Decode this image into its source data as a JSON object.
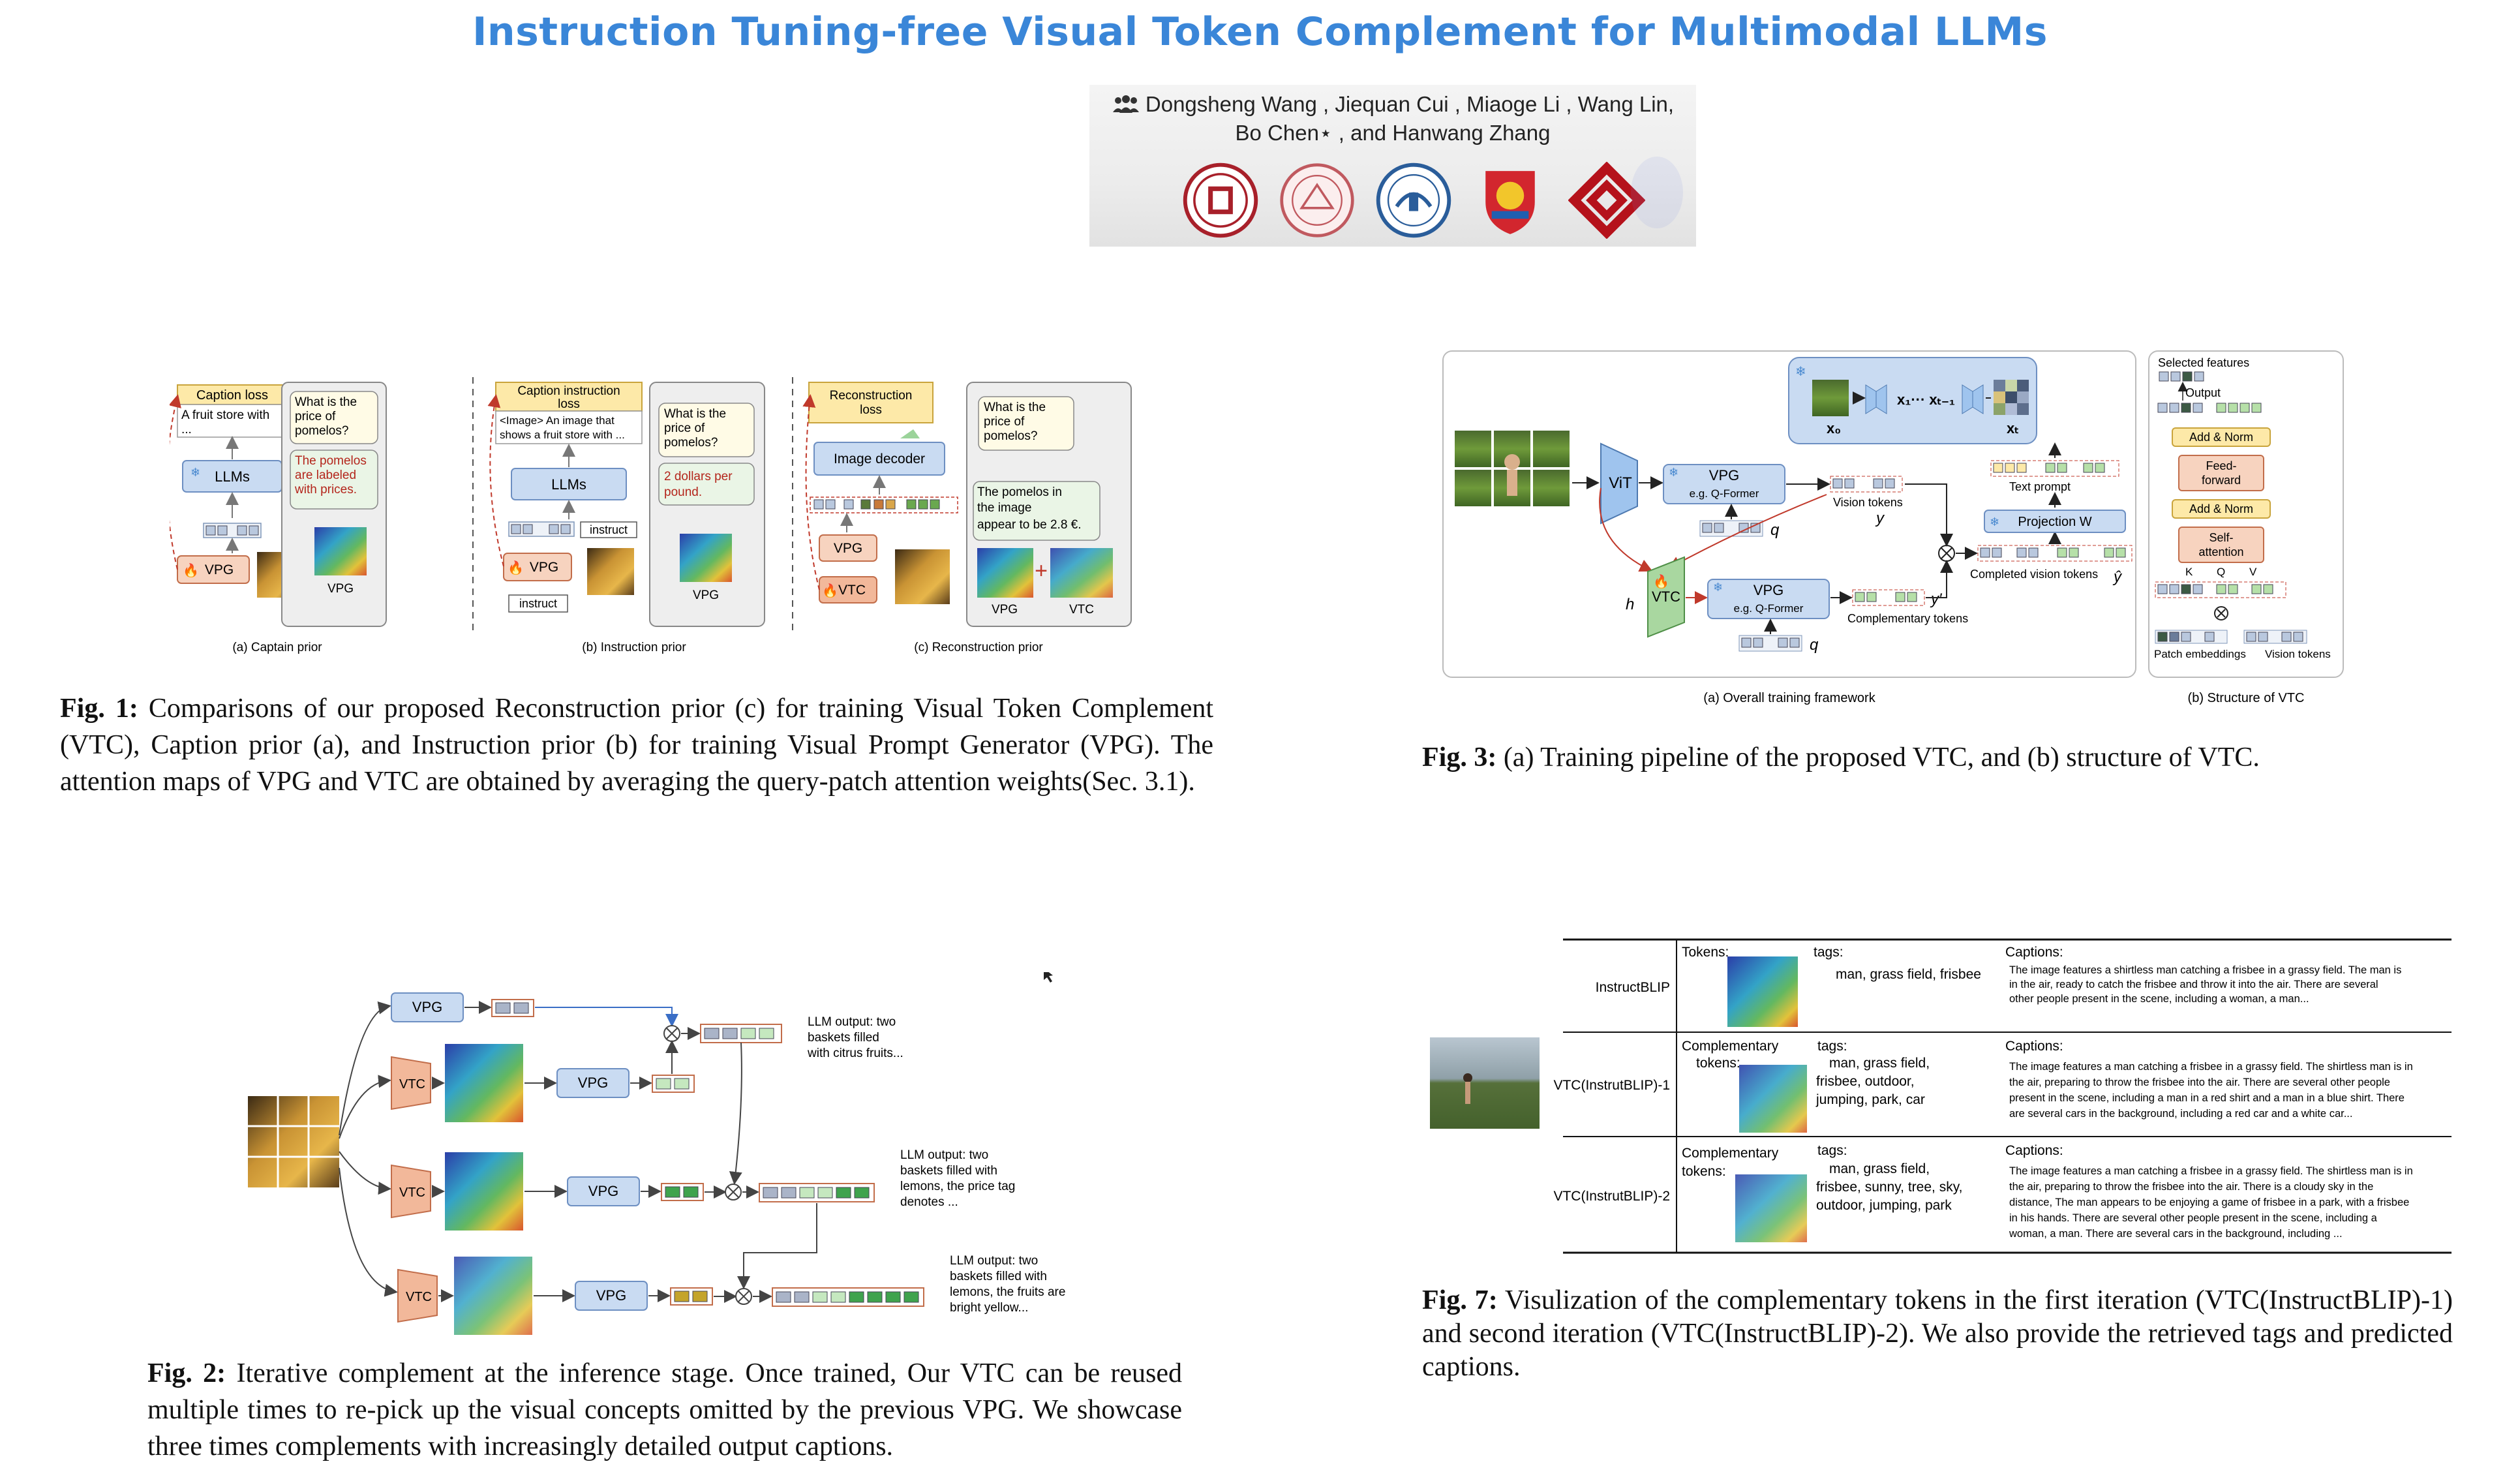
{
  "header": {
    "title": "Instruction Tuning-free Visual Token Complement for Multimodal LLMs",
    "authors_line1": "Dongsheng Wang , Jiequan Cui , Miaoge Li , Wang Lin,",
    "authors_line2": "Bo Chen⋆ , and Hanwang Zhang",
    "logos": [
      "university-seal-1",
      "university-seal-2",
      "university-seal-3",
      "university-lion-crest",
      "polyu-logo"
    ]
  },
  "fig1": {
    "label": "Fig. 1:",
    "caption": "Comparisons of our proposed Reconstruction prior (c) for training Visual Token Complement (VTC), Caption prior (a), and Instruction prior (b) for training Visual Prompt Generator (VPG). The attention maps of VPG and VTC are obtained by averaging the query-patch attention weights(Sec. 3.1).",
    "a": {
      "loss": "Caption loss",
      "text1": "A fruit store with",
      "text2": "...",
      "question1": "What is the",
      "question2": "price of",
      "question3": "pomelos?",
      "answer1": "The pomelos",
      "answer2": "are labeled",
      "answer3": "with prices.",
      "llm": "LLMs",
      "vpg": "VPG",
      "map_label": "VPG",
      "sub": "(a) Captain prior"
    },
    "b": {
      "loss1": "Caption instruction",
      "loss2": "loss",
      "text1": "<Image> An image that",
      "text2": "shows a fruit store with ...",
      "question1": "What is the",
      "question2": "price of",
      "question3": "pomelos?",
      "answer1": "2 dollars per",
      "answer2": "pound.",
      "llm": "LLMs",
      "vpg": "VPG",
      "instruct": "instruct",
      "map_label": "VPG",
      "sub": "(b) Instruction prior"
    },
    "c": {
      "loss1": "Reconstruction",
      "loss2": "loss",
      "decoder": "Image decoder",
      "question1": "What is the",
      "question2": "price of",
      "question3": "pomelos?",
      "answer1": "The pomelos in",
      "answer2": "the image",
      "answer3": "appear to be 2.8 €.",
      "vpg": "VPG",
      "vtc": "VTC",
      "map_label1": "VPG",
      "map_label2": "VTC",
      "sub": "(c) Reconstruction prior"
    }
  },
  "fig2": {
    "label": "Fig. 2:",
    "caption": "Iterative complement at the inference stage. Once trained, Our VTC can be reused multiple times to re-pick up the visual concepts omitted by the previous VPG. We showcase three times complements with increasingly detailed output captions.",
    "vpg": "VPG",
    "vtc": "VTC",
    "out1": [
      "LLM output: two",
      "baskets filled",
      "with citrus fruits..."
    ],
    "out2": [
      "LLM output: two",
      "baskets filled with",
      "lemons, the price tag",
      "denotes ..."
    ],
    "out3": [
      "LLM output: two",
      "baskets filled with",
      "lemons, the fruits are",
      "bright yellow..."
    ]
  },
  "fig3": {
    "label": "Fig. 3:",
    "caption": "(a) Training pipeline of the proposed VTC, and (b) structure of VTC.",
    "vit": "ViT",
    "vpg": "VPG",
    "qformer": "e.g. Q-Former",
    "vtc": "VTC",
    "q": "q",
    "h": "h",
    "y": "y",
    "y_prime": "y′",
    "y_hat": "ŷ",
    "x0": "x₀",
    "x1": "x₁··· xₜ₋₁",
    "xT": "xₜ",
    "vision_tokens": "Vision tokens",
    "complementary_tokens": "Complementary tokens",
    "completed_tokens": "Completed vision tokens",
    "text_prompt": "Text prompt",
    "projection": "Projection W",
    "sub_a": "(a) Overall training framework",
    "selected": "Selected features",
    "output": "Output",
    "add_norm": "Add & Norm",
    "ff1": "Feed-",
    "ff2": "forward",
    "sa1": "Self-",
    "sa2": "attention",
    "k": "K",
    "qq": "Q",
    "v": "V",
    "patch_emb": "Patch embeddings",
    "vis_tokens": "Vision tokens",
    "sub_b": "(b) Structure of VTC"
  },
  "fig7": {
    "label": "Fig. 7:",
    "caption": "Visulization of the complementary tokens in the first iteration (VTC(InstructBLIP)-1) and second iteration (VTC(InstructBLIP)-2). We also provide the retrieved tags and predicted captions.",
    "rows": [
      {
        "name": "InstructBLIP",
        "tokens_label": [
          "Tokens:"
        ],
        "tags_label": "tags:",
        "tags": [
          "man, grass field, frisbee"
        ],
        "captions_label": "Captions:",
        "caption": [
          "The image features a shirtless man catching a frisbee in a grassy field. The man is",
          "in the air, ready to catch the frisbee and throw it into the air. There are several",
          "other people present in the scene, including a woman, a man..."
        ]
      },
      {
        "name": "VTC(InstrutBLIP)-1",
        "tokens_label": [
          "Complementary",
          "tokens:"
        ],
        "tags_label": "tags:",
        "tags": [
          "man, grass field,",
          "frisbee,  outdoor,",
          "jumping, park, car"
        ],
        "captions_label": "Captions:",
        "caption": [
          "The image features a man catching a frisbee in a grassy field. The shirtless man is in",
          "the air, preparing to throw the frisbee into the air. There are several other people",
          "present in the scene, including a man in a red shirt and a man in a blue shirt. There",
          "are several cars in the background, including a red car and a white car..."
        ]
      },
      {
        "name": "VTC(InstrutBLIP)-2",
        "tokens_label": [
          "Complementary",
          "tokens:"
        ],
        "tags_label": "tags:",
        "tags": [
          "man, grass field,",
          "frisbee, sunny, tree, sky,",
          "outdoor, jumping, park"
        ],
        "captions_label": "Captions:",
        "caption": [
          "The image features a man catching a frisbee in a grassy field. The shirtless man is in",
          "the air, preparing to throw the frisbee into the air. There is a cloudy sky in the",
          "distance, The man appears to be enjoying a game of frisbee in a park, with a frisbee",
          "in his hands.  There are several other people present in the scene, including a",
          "woman, a man. There are several cars in the background, including ..."
        ]
      }
    ]
  },
  "colors": {
    "title": "#3a86d8",
    "vpg_fill": "#f7d3bf",
    "llm_fill": "#c9dbf2",
    "vtc_fill": "#f2b89a",
    "loss_fill": "#fde9a8",
    "token_green": "#4caf50"
  }
}
